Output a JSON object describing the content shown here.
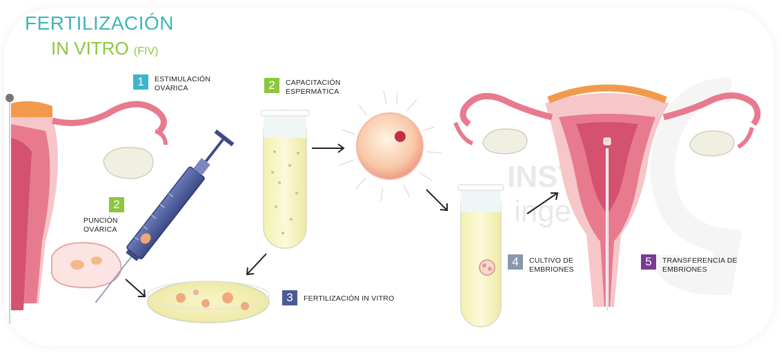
{
  "title": {
    "line1": "FERTILIZACIÓN",
    "line2": "IN VITRO",
    "line2_suffix": "(FIV)"
  },
  "watermark": {
    "line1": "INSTI",
    "line2": "inge"
  },
  "steps": [
    {
      "number": "1",
      "label_l1": "ESTIMULACIÓN",
      "label_l2": "OVÁRICA",
      "color": "#3fb5c9"
    },
    {
      "number": "2",
      "label_l1": "CAPACITACIÓN",
      "label_l2": "ESPERMÁTICA",
      "color": "#8cc63f"
    },
    {
      "number": "2",
      "label_l1": "PUNCIÓN",
      "label_l2": "OVÁRICA",
      "color": "#8cc63f"
    },
    {
      "number": "3",
      "label_l1": "FERTILIZACIÓN IN VITRO",
      "label_l2": "",
      "color": "#4a5b95"
    },
    {
      "number": "4",
      "label_l1": "CULTIVO DE",
      "label_l2": "EMBRIONES",
      "color": "#8898ad"
    },
    {
      "number": "5",
      "label_l1": "TRANSFERENCIA DE",
      "label_l2": "EMBRIONES",
      "color": "#7b3a96"
    }
  ],
  "colors": {
    "title_teal": "#3fb5b9",
    "title_green": "#8cc63f",
    "uterus_pink": "#e87a8e",
    "uterus_light": "#f6c6c8",
    "tube_yellow": "#f4f1b8"
  }
}
